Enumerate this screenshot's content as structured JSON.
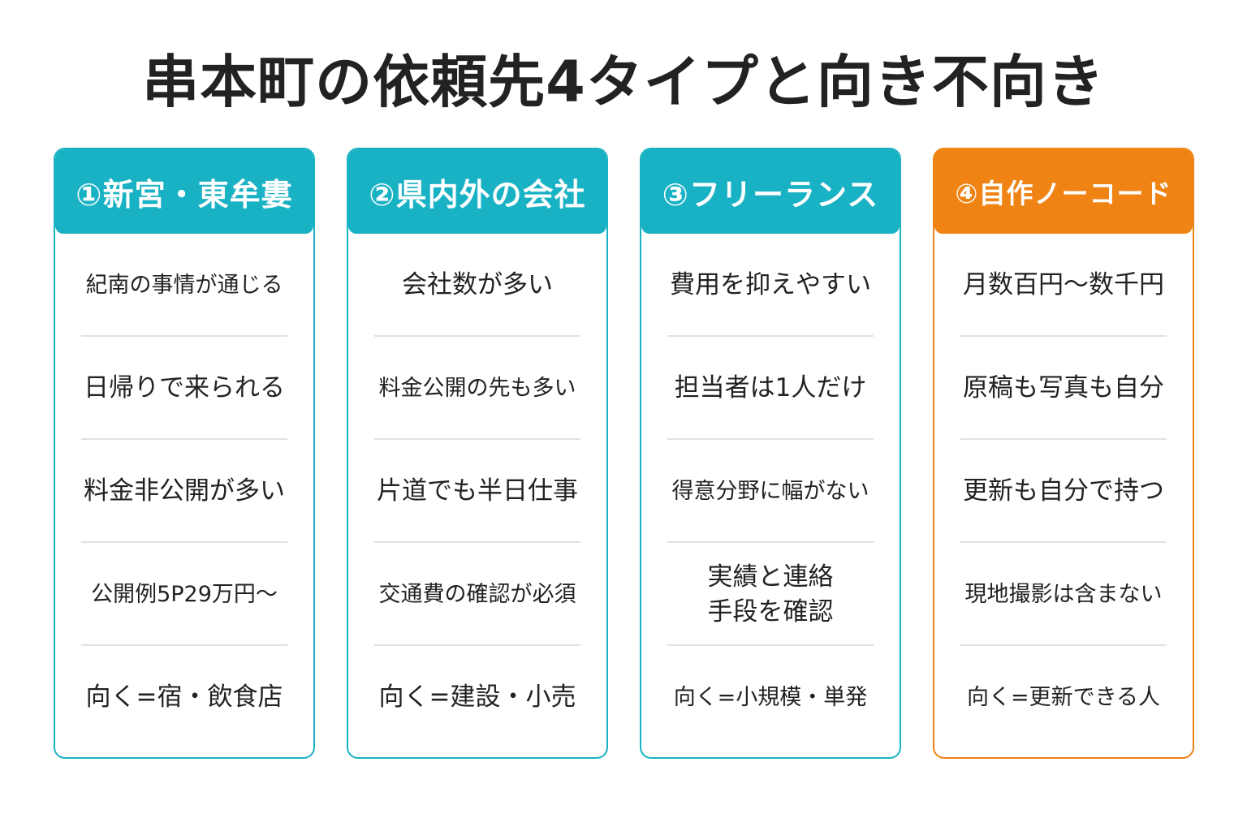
{
  "title": "串本町の依頼先4タイプと向き不向き",
  "colors": {
    "teal": "#19b2c4",
    "orange": "#ef8314",
    "text": "#222222",
    "divider": "#e1e1e1"
  },
  "cards": [
    {
      "header": "①新宮・東牟婁",
      "items": [
        "紀南の事情が通じる",
        "日帰りで来られる",
        "料金非公開が多い",
        "公開例5P29万円〜",
        "向く=宿・飲食店"
      ]
    },
    {
      "header": "②県内外の会社",
      "items": [
        "会社数が多い",
        "料金公開の先も多い",
        "片道でも半日仕事",
        "交通費の確認が必須",
        "向く=建設・小売"
      ]
    },
    {
      "header": "③フリーランス",
      "items": [
        "費用を抑えやすい",
        "担当者は1人だけ",
        "得意分野に幅がない",
        "実績と連絡\n手段を確認",
        "向く=小規模・単発"
      ]
    },
    {
      "header": "④自作ノーコード",
      "items": [
        "月数百円〜数千円",
        "原稿も写真も自分",
        "更新も自分で持つ",
        "現地撮影は含まない",
        "向く=更新できる人"
      ]
    }
  ]
}
